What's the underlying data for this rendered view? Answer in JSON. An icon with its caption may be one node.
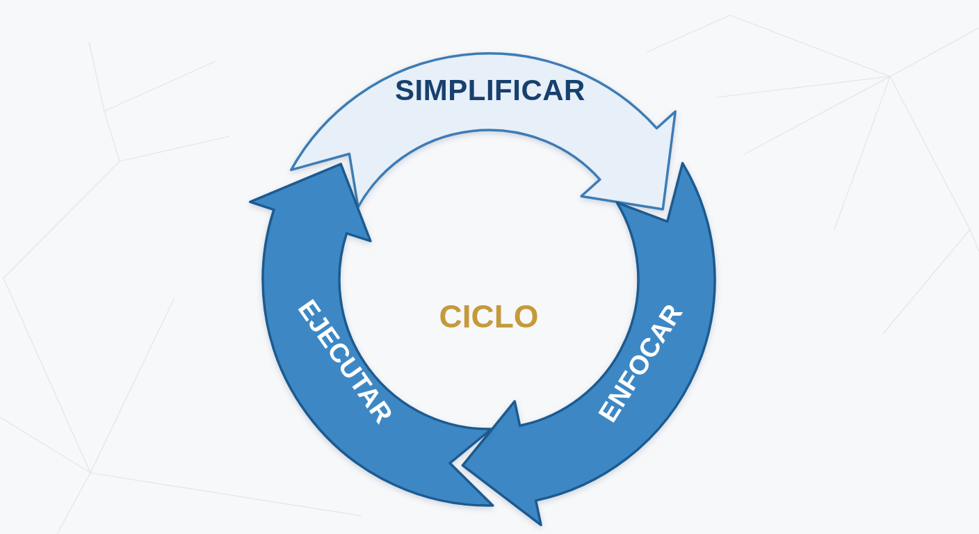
{
  "diagram": {
    "title": "CICLO",
    "nodes": [
      {
        "text": [
          "SIMPLIFICAR"
        ]
      },
      {
        "text": [
          "ENFOCAR"
        ]
      },
      {
        "text": [
          "EJECUTAR"
        ]
      }
    ]
  }
}
